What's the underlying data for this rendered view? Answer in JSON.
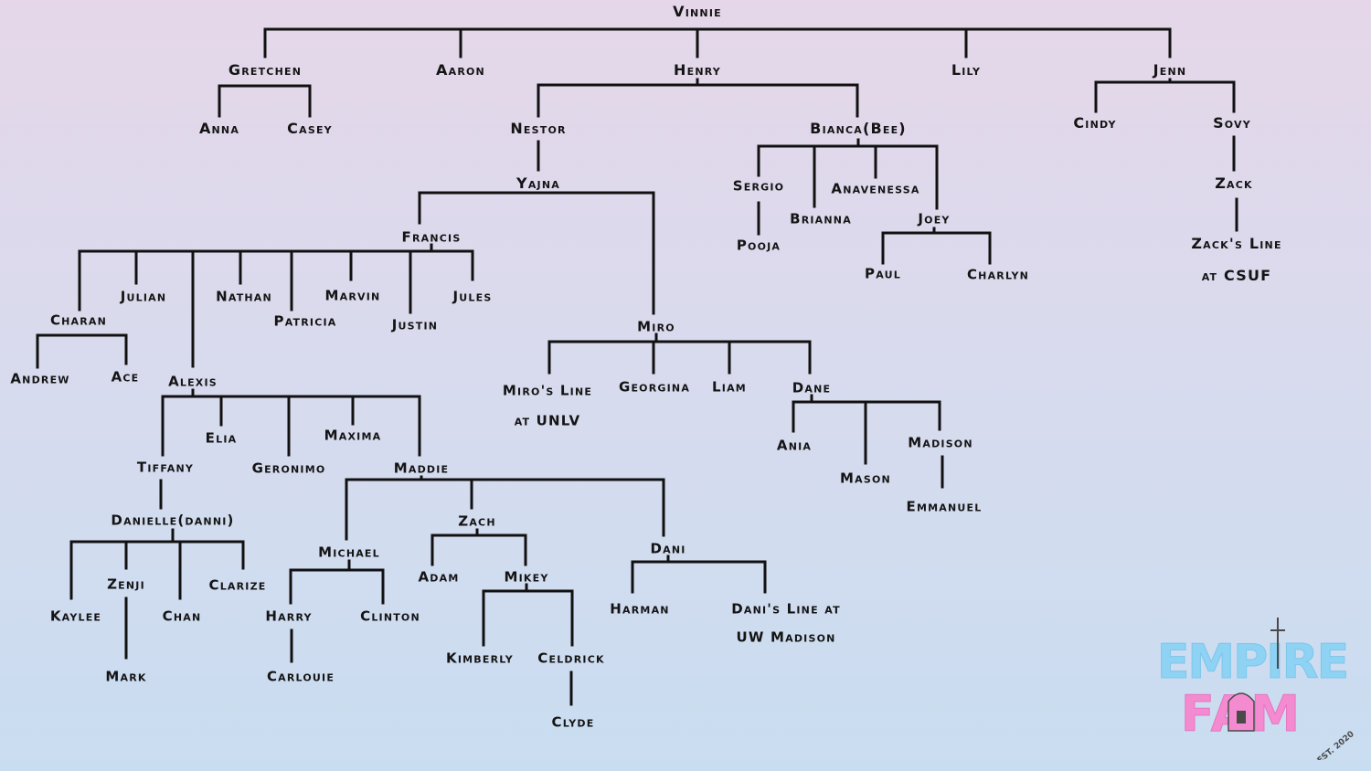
{
  "nodes": {
    "vinnie": "Vinnie",
    "gretchen": "Gretchen",
    "aaron": "Aaron",
    "henry": "Henry",
    "lily": "Lily",
    "jenn": "Jenn",
    "anna": "Anna",
    "casey": "Casey",
    "nestor": "Nestor",
    "bianca": "Bianca(Bee)",
    "cindy": "Cindy",
    "sovy": "Sovy",
    "zack": "Zack",
    "zack_line_1": "Zack's Line",
    "zack_line_2": "at CSUF",
    "sergio": "Sergio",
    "brianna": "Brianna",
    "anavenessa": "Anavenessa",
    "joey": "Joey",
    "pooja": "Pooja",
    "paul": "Paul",
    "charlyn": "Charlyn",
    "yajna": "Yajna",
    "francis": "Francis",
    "miro": "Miro",
    "charan": "Charan",
    "julian": "Julian",
    "nathan": "Nathan",
    "patricia": "Patricia",
    "marvin": "Marvin",
    "justin": "Justin",
    "jules": "Jules",
    "andrew": "Andrew",
    "ace": "Ace",
    "alexis": "Alexis",
    "tiffany": "Tiffany",
    "elia": "Elia",
    "geronimo": "Geronimo",
    "maxima": "Maxima",
    "maddie": "Maddie",
    "danielle": "Danielle(danni)",
    "kaylee": "Kaylee",
    "zenji": "Zenji",
    "chan": "Chan",
    "clarize": "Clarize",
    "mark": "Mark",
    "michael": "Michael",
    "zach": "Zach",
    "dani": "Dani",
    "harry": "Harry",
    "clinton": "Clinton",
    "carlouie": "Carlouie",
    "adam": "Adam",
    "mikey": "Mikey",
    "kimberly": "Kimberly",
    "celdrick": "Celdrick",
    "clyde": "Clyde",
    "harman": "Harman",
    "dani_line_1": "Dani's Line at",
    "dani_line_2": "UW Madison",
    "miro_line_1": "Miro's Line",
    "miro_line_2": "at UNLV",
    "georgina": "Georgina",
    "liam": "Liam",
    "dane": "Dane",
    "ania": "Ania",
    "mason": "Mason",
    "madison": "Madison",
    "emmanuel": "Emmanuel"
  },
  "logo": {
    "word_top": "EMPIRE",
    "word_bottom": "FAM",
    "est": "EST. 2020",
    "colors": {
      "blue": "#8fd3f4",
      "pink": "#f48bd0",
      "dark": "#4a4a4a"
    }
  },
  "colors": {
    "line": "#111111",
    "text": "#141414"
  }
}
